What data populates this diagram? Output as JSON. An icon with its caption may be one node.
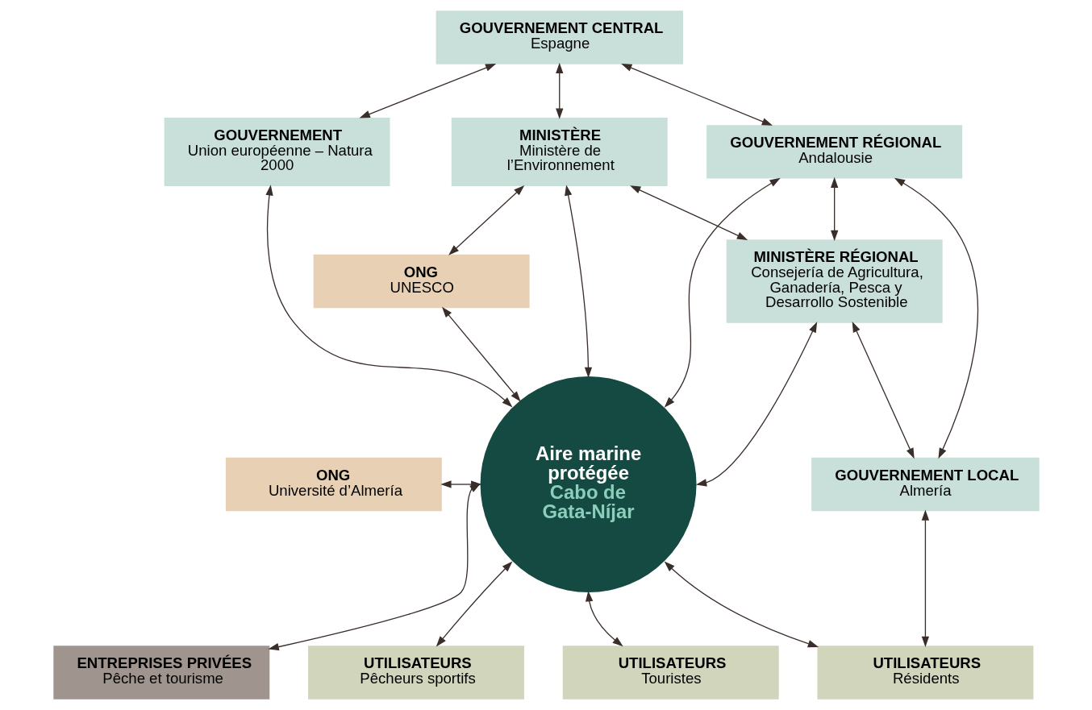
{
  "diagram": {
    "nodes": [
      {
        "text": [
          "GOUVERNEMENT CENTRAL",
          "Espagne"
        ]
      },
      {
        "text": [
          "GOUVERNEMENT",
          "Union européenne – Natura 2000"
        ]
      },
      {
        "text": [
          "MINISTÈRE",
          "Ministère de l’Environnement"
        ]
      },
      {
        "text": [
          "GOUVERNEMENT RÉGIONAL",
          "Andalousie"
        ]
      },
      {
        "text": [
          "ONG",
          "UNESCO"
        ]
      },
      {
        "text": [
          "MINISTÈRE RÉGIONAL",
          "Consejería de Agricultura, Ganadería, Pesca y Desarrollo Sostenible"
        ]
      },
      {
        "text": [
          "ONG",
          "Université d’Almería"
        ]
      },
      {
        "text": [
          "Aire marine protégée",
          "Cabo de Gata-Níjar"
        ]
      },
      {
        "text": [
          "ENTREPRISES PRIVÉES",
          "Pêche et tourisme"
        ]
      },
      {
        "text": [
          "GOUVERNEMENT LOCAL",
          "Almería"
        ]
      },
      {
        "text": [
          "UTILISATEURS",
          "Pêcheurs sportifs"
        ]
      },
      {
        "text": [
          "UTILISATEURS",
          "Touristes"
        ]
      },
      {
        "text": [
          "UTILISATEURS",
          "Résidents"
        ]
      }
    ],
    "edges": [
      {
        "from": 0,
        "to": 1,
        "arrow": "both"
      },
      {
        "from": 0,
        "to": 2,
        "arrow": "both"
      },
      {
        "from": 0,
        "to": 3,
        "arrow": "both"
      },
      {
        "from": 1,
        "to": 7,
        "arrow": "both"
      },
      {
        "from": 2,
        "to": 4,
        "arrow": "both"
      },
      {
        "from": 2,
        "to": 7,
        "arrow": "both"
      },
      {
        "from": 2,
        "to": 5,
        "arrow": "both"
      },
      {
        "from": 3,
        "to": 7,
        "arrow": "both"
      },
      {
        "from": 3,
        "to": 5,
        "arrow": "both"
      },
      {
        "from": 3,
        "to": 9,
        "arrow": "both"
      },
      {
        "from": 4,
        "to": 7,
        "arrow": "both"
      },
      {
        "from": 6,
        "to": 7,
        "arrow": "both"
      },
      {
        "from": 7,
        "to": 8,
        "arrow": "both"
      },
      {
        "from": 5,
        "to": 7,
        "arrow": "both"
      },
      {
        "from": 5,
        "to": 9,
        "arrow": "both"
      },
      {
        "from": 7,
        "to": 10,
        "arrow": "both"
      },
      {
        "from": 7,
        "to": 11,
        "arrow": "both"
      },
      {
        "from": 7,
        "to": 12,
        "arrow": "both"
      },
      {
        "from": 9,
        "to": 12,
        "arrow": "both"
      }
    ]
  }
}
